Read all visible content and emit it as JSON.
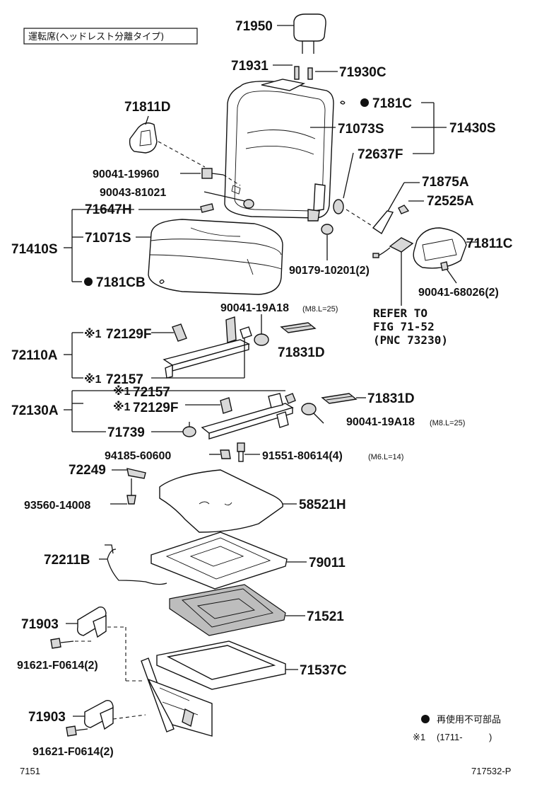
{
  "header": {
    "caption": "運転席(ヘッドレスト分離タイプ)"
  },
  "labels": {
    "p71950": "71950",
    "p71931": "71931",
    "p71930C": "71930C",
    "p71811D": "71811D",
    "p7181C": "7181C",
    "p71073S": "71073S",
    "p71430S": "71430S",
    "p72637F": "72637F",
    "p90041_19960": "90041-19960",
    "p90043_81021": "90043-81021",
    "p71875A": "71875A",
    "p72525A": "72525A",
    "p71647H": "71647H",
    "p71071S": "71071S",
    "p71410S": "71410S",
    "p71811C": "71811C",
    "p7181CB": "7181CB",
    "p90179_10201": "90179-10201(2)",
    "p90041_68026": "90041-68026(2)",
    "p90041_19A18_a": "90041-19A18",
    "p90041_19A18_a_note": "(M8.L=25)",
    "p72129F_a": "72129F",
    "p71831D_a": "71831D",
    "p72110A": "72110A",
    "p72157_a": "72157",
    "p72157_b": "72157",
    "p72130A": "72130A",
    "p72129F_b": "72129F",
    "p71831D_b": "71831D",
    "p90041_19A18_b": "90041-19A18",
    "p90041_19A18_b_note": "(M8.L=25)",
    "p71739": "71739",
    "p94185_60600": "94185-60600",
    "p91551_80614": "91551-80614(4)",
    "p91551_80614_note": "(M6.L=14)",
    "p72249": "72249",
    "p93560_14008": "93560-14008",
    "p58521H": "58521H",
    "p72211B": "72211B",
    "p79011": "79011",
    "p71903_a": "71903",
    "p71521": "71521",
    "p91621_a": "91621-F0614(2)",
    "p71537C": "71537C",
    "p71903_b": "71903",
    "p91621_b": "91621-F0614(2)",
    "mark1": "※1"
  },
  "refer": {
    "line1": "REFER TO",
    "line2": "FIG 71-52",
    "line3": "(PNC 73230)"
  },
  "legend": {
    "nonreusable": "再使用不可部品",
    "note_mark": "※1",
    "note_text": "(1711-",
    "note_close": ")"
  },
  "footer": {
    "left": "7151",
    "right": "717532-P"
  }
}
